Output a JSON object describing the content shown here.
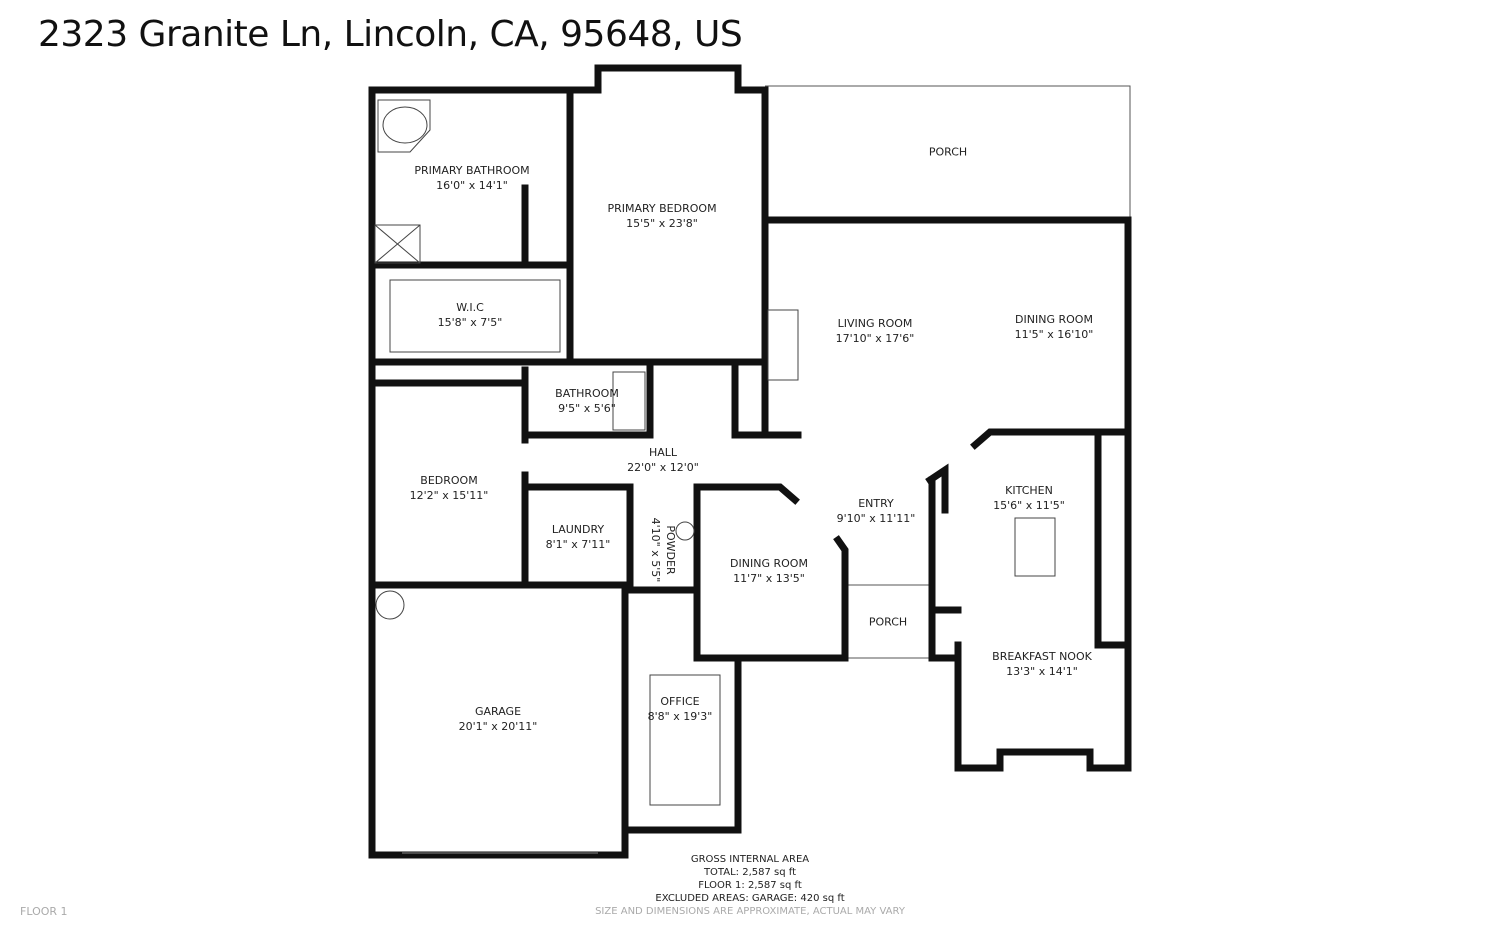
{
  "title": "2323 Granite Ln, Lincoln, CA, 95648, US",
  "floor_label": "FLOOR 1",
  "rooms": [
    {
      "name": "PRIMARY BATHROOM",
      "dims": "16'0\" x 14'1\""
    },
    {
      "name": "PRIMARY BEDROOM",
      "dims": "15'5\" x 23'8\""
    },
    {
      "name": "PORCH",
      "dims": ""
    },
    {
      "name": "W.I.C",
      "dims": "15'8\" x 7'5\""
    },
    {
      "name": "LIVING ROOM",
      "dims": "17'10\" x 17'6\""
    },
    {
      "name": "DINING ROOM",
      "dims": "11'5\" x 16'10\""
    },
    {
      "name": "BATHROOM",
      "dims": "9'5\" x 5'6\""
    },
    {
      "name": "HALL",
      "dims": "22'0\" x 12'0\""
    },
    {
      "name": "BEDROOM",
      "dims": "12'2\" x 15'11\""
    },
    {
      "name": "KITCHEN",
      "dims": "15'6\" x 11'5\""
    },
    {
      "name": "ENTRY",
      "dims": "9'10\" x 11'11\""
    },
    {
      "name": "LAUNDRY",
      "dims": "8'1\" x 7'11\""
    },
    {
      "name": "POWDER",
      "dims": "4'10\" x 5'5\""
    },
    {
      "name": "DINING ROOM",
      "dims": "11'7\" x 13'5\""
    },
    {
      "name": "PORCH",
      "dims": ""
    },
    {
      "name": "BREAKFAST NOOK",
      "dims": "13'3\" x 14'1\""
    },
    {
      "name": "OFFICE",
      "dims": "8'8\" x 19'3\""
    },
    {
      "name": "GARAGE",
      "dims": "20'1\" x 20'11\""
    }
  ],
  "area": {
    "heading": "GROSS INTERNAL AREA",
    "total": "TOTAL: 2,587 sq ft",
    "floor1": "FLOOR 1: 2,587 sq ft",
    "excluded": "EXCLUDED AREAS: GARAGE: 420 sq ft",
    "disclaimer": "SIZE AND DIMENSIONS ARE APPROXIMATE, ACTUAL MAY VARY"
  }
}
